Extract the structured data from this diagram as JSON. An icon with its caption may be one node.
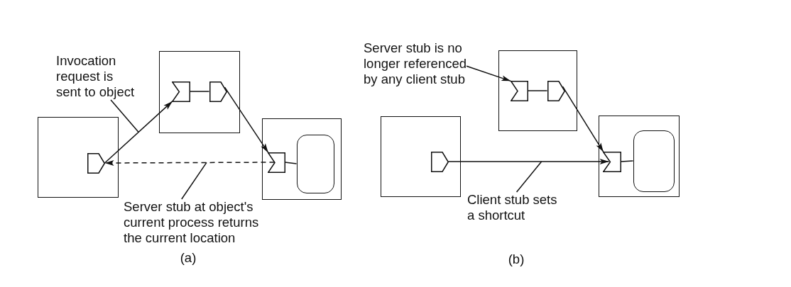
{
  "diagram": {
    "nodes": [
      {
        "text": [],
        "shape": "box"
      },
      {
        "text": [],
        "shape": "pentagon",
        "in": 0
      },
      {
        "text": [],
        "shape": "box"
      },
      {
        "text": [],
        "shape": "chevron",
        "in": 2
      },
      {
        "text": [],
        "shape": "pentagon",
        "in": 2
      },
      {
        "text": [],
        "shape": "box"
      },
      {
        "text": [],
        "shape": "chevron",
        "in": 5
      },
      {
        "text": [],
        "shape": "rounded-box",
        "in": 5
      },
      {
        "text": [
          "Invocation request is sent to object"
        ]
      },
      {
        "text": [
          "Server stub at object's current process returns the current location"
        ]
      },
      {
        "text": [],
        "shape": "box"
      },
      {
        "text": [],
        "shape": "pentagon",
        "in": 10
      },
      {
        "text": [],
        "shape": "box"
      },
      {
        "text": [],
        "shape": "chevron",
        "in": 12
      },
      {
        "text": [],
        "shape": "pentagon",
        "in": 12
      },
      {
        "text": [],
        "shape": "box"
      },
      {
        "text": [],
        "shape": "chevron",
        "in": 15
      },
      {
        "text": [],
        "shape": "rounded-box",
        "in": 15
      },
      {
        "text": [
          "Server stub is no longer referenced by any client stub"
        ]
      },
      {
        "text": [
          "Client stub sets a shortcut"
        ]
      }
    ],
    "edges": [
      {
        "from": 1,
        "to": 3,
        "arrow": "to"
      },
      {
        "from": 6,
        "to": 1,
        "arrow": "to",
        "style": "dashed"
      },
      {
        "from": 3,
        "to": 4,
        "arrow": "none"
      },
      {
        "from": 4,
        "to": 6,
        "arrow": "to"
      },
      {
        "from": 6,
        "to": 7,
        "arrow": "none"
      },
      {
        "from": 8,
        "to": null,
        "arrow": "none"
      },
      {
        "from": 9,
        "to": null,
        "arrow": "none"
      },
      {
        "from": 11,
        "to": 16,
        "arrow": "to"
      },
      {
        "from": 13,
        "to": 14,
        "arrow": "none"
      },
      {
        "from": 14,
        "to": 16,
        "arrow": "to"
      },
      {
        "from": 16,
        "to": 17,
        "arrow": "none"
      },
      {
        "from": 18,
        "to": 13,
        "arrow": "to"
      },
      {
        "from": 19,
        "to": null,
        "arrow": "none"
      }
    ],
    "labels": [
      "(a)",
      "(b)"
    ]
  }
}
